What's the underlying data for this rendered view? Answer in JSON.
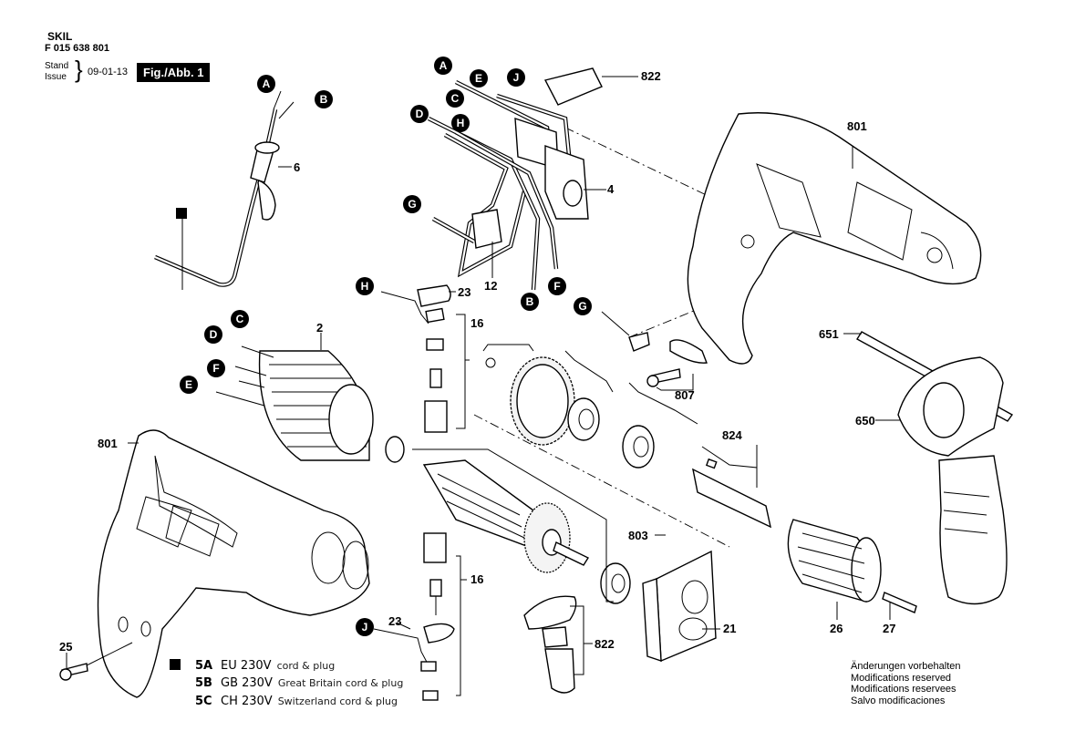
{
  "header": {
    "brand": "SKIL",
    "part_number": "F 015 638 801",
    "stand_label": "Stand",
    "issue_label": "Issue",
    "date": "09-01-13",
    "figure_label": "Fig./Abb. 1"
  },
  "callouts": {
    "letters": [
      "A",
      "B",
      "C",
      "D",
      "E",
      "F",
      "G",
      "H",
      "J"
    ],
    "parts": {
      "p801_upper": "801",
      "p801_lower": "801",
      "p822_top": "822",
      "p822_bottom": "822",
      "p4": "4",
      "p6": "6",
      "p12": "12",
      "p23_top": "23",
      "p23_bottom": "23",
      "p16_top": "16",
      "p16_bottom": "16",
      "p2": "2",
      "p651": "651",
      "p650": "650",
      "p807": "807",
      "p824": "824",
      "p803": "803",
      "p21": "21",
      "p26": "26",
      "p27": "27",
      "p25": "25"
    }
  },
  "legend": [
    {
      "code": "5A",
      "voltage": "EU 230V",
      "description": "cord & plug",
      "marker": "black-square"
    },
    {
      "code": "5B",
      "voltage": "GB 230V",
      "description": "Great Britain cord & plug"
    },
    {
      "code": "5C",
      "voltage": "CH 230V",
      "description": "Switzerland cord & plug"
    }
  ],
  "notes": [
    "Änderungen vorbehalten",
    "Modifications reserved",
    "Modifications reservees",
    "Salvo modificaciones"
  ]
}
